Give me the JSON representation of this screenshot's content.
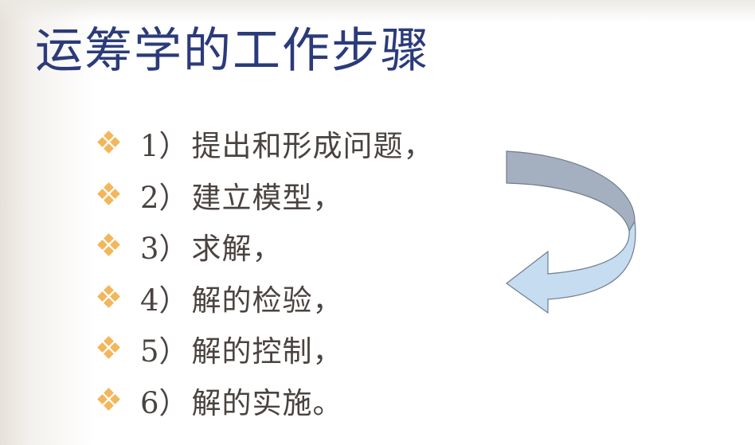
{
  "slide": {
    "title": "运筹学的工作步骤",
    "colors": {
      "title": "#2b3b7a",
      "text": "#4a4340",
      "bullet": "#f3b65a",
      "arrow_top": "#a4b0c0",
      "arrow_bottom": "#c6dcf0"
    },
    "steps": [
      {
        "num": "1）",
        "text": "提出和形成问题，"
      },
      {
        "num": "2）",
        "text": "建立模型，"
      },
      {
        "num": "3）",
        "text": "求解，"
      },
      {
        "num": "4）",
        "text": "解的检验，"
      },
      {
        "num": "5）",
        "text": "解的控制，"
      },
      {
        "num": "6）",
        "text": "解的实施。"
      }
    ],
    "arrow_icon": "curved-u-turn-arrow-left"
  }
}
